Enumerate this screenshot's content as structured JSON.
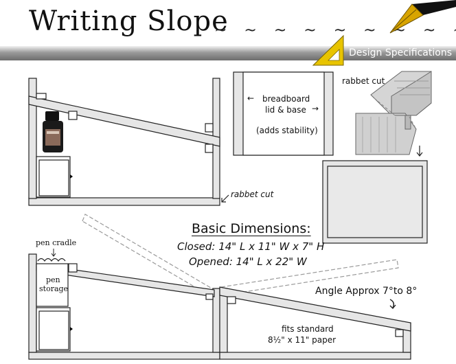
{
  "header": {
    "title": "Writing Slope",
    "tildes": "~ ~ ~ ~ ~ ~ ~ ~ ~",
    "section_label": "Design Specifications"
  },
  "breadboard": {
    "line1": "breadboard",
    "line2": "lid & base",
    "note": "(adds stability)",
    "left_arrow": "←",
    "right_arrow": "→"
  },
  "rabbet_top_label": "rabbet cut",
  "rabbet_side_label": "rabbet cut",
  "dimensions": {
    "title": "Basic Dimensions:",
    "closed": "Closed: 14\" L x 11\" W x 7\" H",
    "opened": "Opened: 14\" L x 22\" W"
  },
  "labels": {
    "pen_cradle": "pen cradle",
    "pen_storage_1": "pen",
    "pen_storage_2": "storage",
    "angle": "Angle Approx 7°to 8°",
    "fits_1": "fits standard",
    "fits_2": "8½\" x 11\" paper"
  },
  "colors": {
    "wood_fill": "#e6e6e6",
    "outline": "#222222",
    "banner_dark": "#6d6d6d",
    "ruler_yellow": "#e8c400"
  }
}
